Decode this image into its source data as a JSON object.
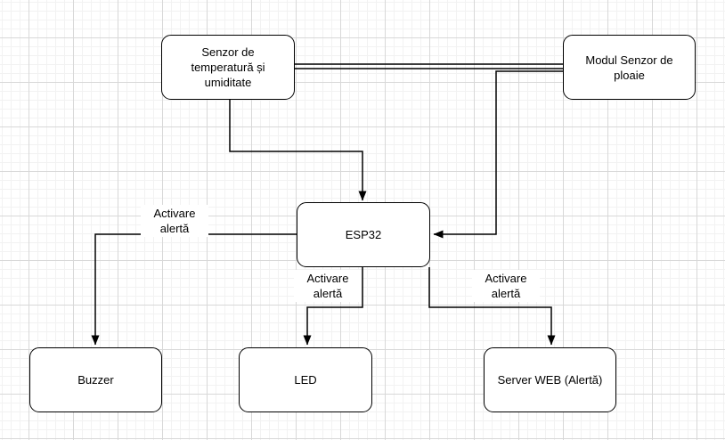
{
  "diagram": {
    "type": "flowchart",
    "nodes": [
      {
        "id": "temp-sensor",
        "label": "Senzor de temperatură și umiditate"
      },
      {
        "id": "rain-sensor",
        "label": "Modul Senzor de ploaie"
      },
      {
        "id": "esp32",
        "label": "ESP32"
      },
      {
        "id": "buzzer",
        "label": "Buzzer"
      },
      {
        "id": "led",
        "label": "LED"
      },
      {
        "id": "web-server",
        "label": "Server WEB (Alertă)"
      }
    ],
    "edges": [
      {
        "from": "Senzor de temperatură și umiditate",
        "to": "ESP32",
        "label": "",
        "style": "arrow"
      },
      {
        "from": "Senzor de temperatură și umiditate",
        "to": "Modul Senzor de ploaie",
        "label": "",
        "style": "double-line"
      },
      {
        "from": "Modul Senzor de ploaie",
        "to": "ESP32",
        "label": "",
        "style": "arrow"
      },
      {
        "from": "ESP32",
        "to": "Buzzer",
        "label": "Activare alertă",
        "style": "arrow"
      },
      {
        "from": "ESP32",
        "to": "LED",
        "label": "Activare alertă",
        "style": "arrow"
      },
      {
        "from": "ESP32",
        "to": "Server WEB (Alertă)",
        "label": "Activare alertă",
        "style": "arrow"
      }
    ]
  },
  "colors": {
    "background": "#ffffff",
    "grid_minor": "#f2f2f2",
    "grid_major": "#d8d8d8",
    "node_fill": "#ffffff",
    "node_border": "#000000",
    "connector": "#000000",
    "text": "#000000"
  }
}
